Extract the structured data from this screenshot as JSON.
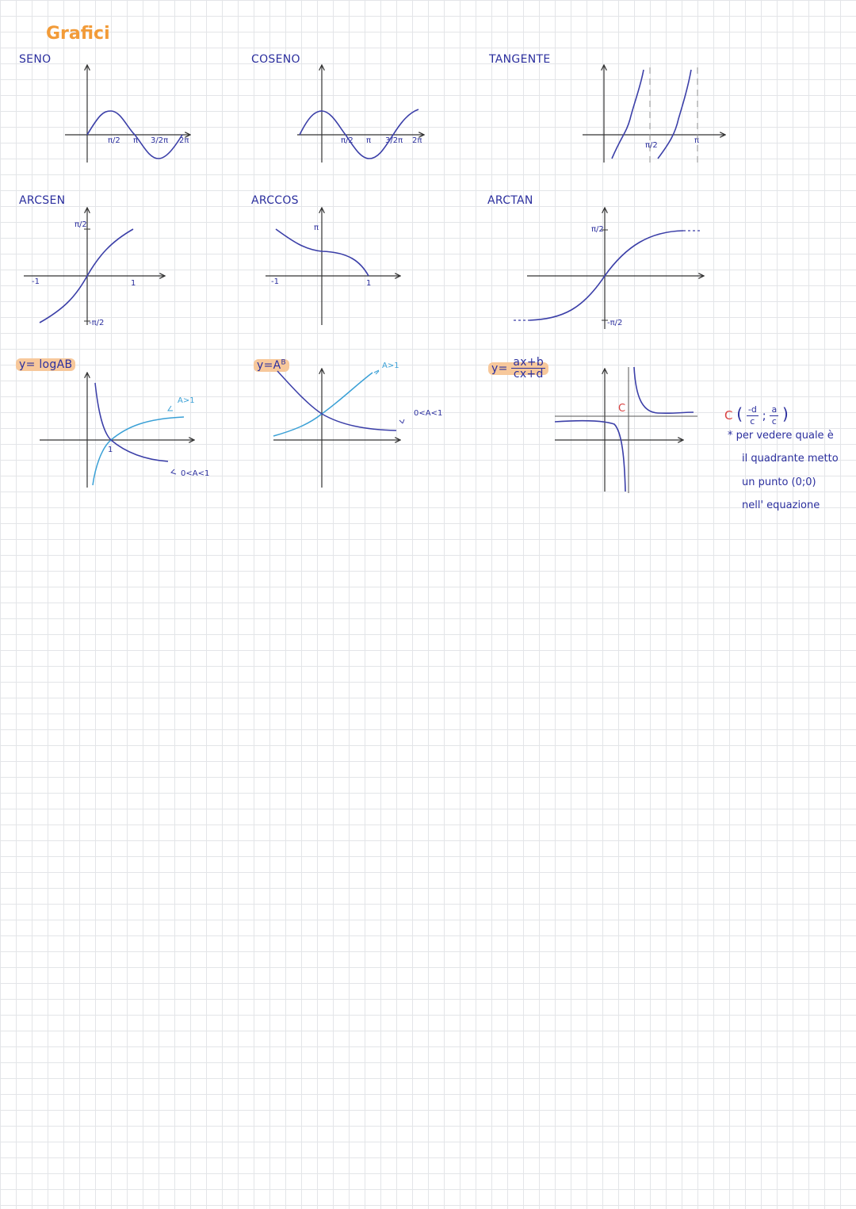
{
  "page": {
    "title": "Grafici"
  },
  "graphs": {
    "seno": {
      "label": "SENO",
      "ticks": [
        "π/2",
        "π",
        "3/2π",
        "2π"
      ]
    },
    "coseno": {
      "label": "COSENO",
      "ticks": [
        "π/2",
        "π",
        "3/2π",
        "2π"
      ]
    },
    "tangente": {
      "label": "TANGENTE",
      "ticks": [
        "π/2",
        "π"
      ]
    },
    "arcsen": {
      "label": "ARCSEN",
      "ticks": [
        "π/2",
        "-π/2",
        "-1",
        "1"
      ]
    },
    "arccos": {
      "label": "ARCCOS",
      "ticks": [
        "π",
        "-1",
        "1"
      ]
    },
    "arctan": {
      "label": "ARCTAN",
      "ticks": [
        "π/2",
        "-π/2"
      ]
    },
    "log": {
      "label": "y= logAB",
      "ticks": [
        "1"
      ],
      "annotations": {
        "gt1": "A>1",
        "lt1": "0<A<1"
      }
    },
    "exp": {
      "label_base": "y=A",
      "label_exp": "B",
      "annotations": {
        "gt1": "A>1",
        "lt1": "0<A<1"
      }
    },
    "homographic": {
      "label_prefix": "y=",
      "numerator": "ax+b",
      "denominator": "cx+d",
      "center_label": "C"
    }
  },
  "notes": {
    "center_prefix": "C",
    "center_x_num": "-d",
    "center_x_den": "c",
    "center_y_num": "a",
    "center_y_den": "c",
    "line1": "* per vedere quale è",
    "line2": "il quadrante metto",
    "line3": "un punto (0;0)",
    "line4": "nell' equazione"
  },
  "colors": {
    "title": "#f29b38",
    "ink": "#2b2f9e",
    "curve": "#3b3fa8",
    "curve_light": "#3aa0d6",
    "axis": "#333333",
    "highlight": "#f7c89b",
    "red": "#d94040"
  }
}
